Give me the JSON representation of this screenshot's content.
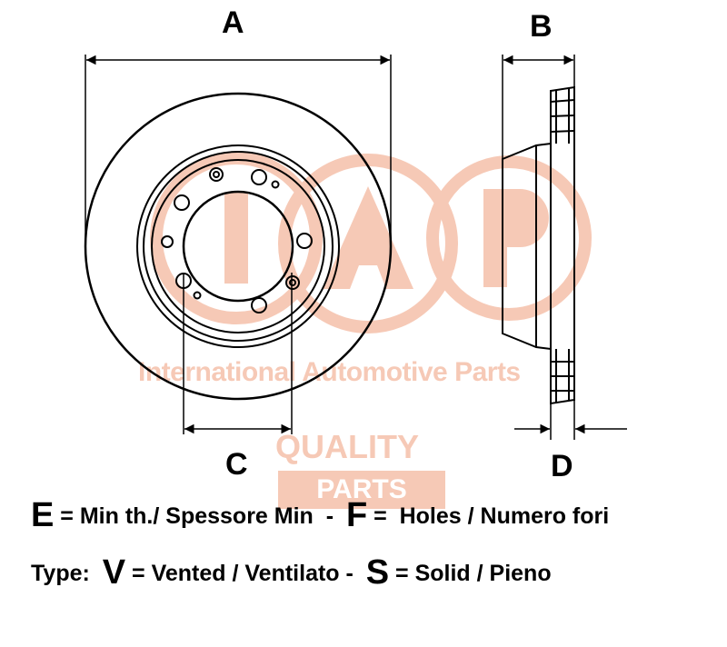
{
  "dimensions": {
    "a": "A",
    "b": "B",
    "c": "C",
    "d": "D"
  },
  "watermark": {
    "tagline": "International Automotive Parts",
    "quality": "QUALITY",
    "parts": "PARTS",
    "color": "#f6c9b6"
  },
  "legend": {
    "line1": {
      "e_letter": "E",
      "e_text": " = Min th./ Spessore Min  -  ",
      "f_letter": "F",
      "f_text": " =  Holes / Numero fori"
    },
    "line2": {
      "prefix": "Type:  ",
      "v_letter": "V",
      "v_text": " = Vented / Ventilato -  ",
      "s_letter": "S",
      "s_text": " = Solid / Pieno"
    }
  },
  "colors": {
    "line": "#000000",
    "background": "#ffffff"
  }
}
